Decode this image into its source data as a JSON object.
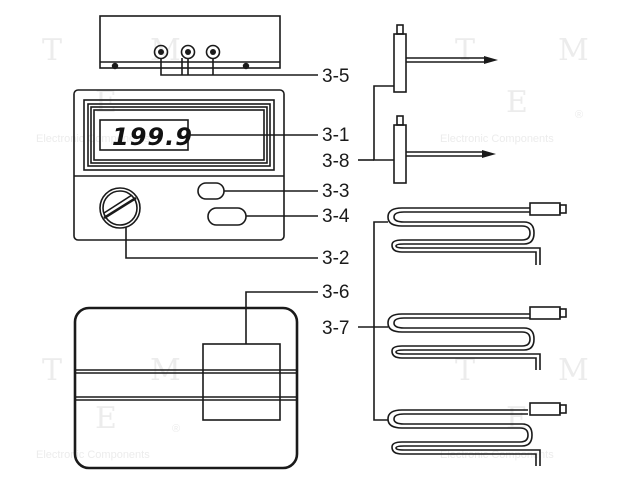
{
  "display": {
    "reading": "199.9"
  },
  "callouts": {
    "c35": "3-5",
    "c31": "3-1",
    "c38": "3-8",
    "c33": "3-3",
    "c34": "3-4",
    "c32": "3-2",
    "c36": "3-6",
    "c37": "3-7"
  },
  "watermark": {
    "letter_t": "T",
    "letter_m": "M",
    "letter_e": "E",
    "registered": "®",
    "text": "Electronic Components"
  },
  "colors": {
    "line": "#1a1a1a",
    "watermark": "#ececec",
    "background": "#ffffff"
  }
}
